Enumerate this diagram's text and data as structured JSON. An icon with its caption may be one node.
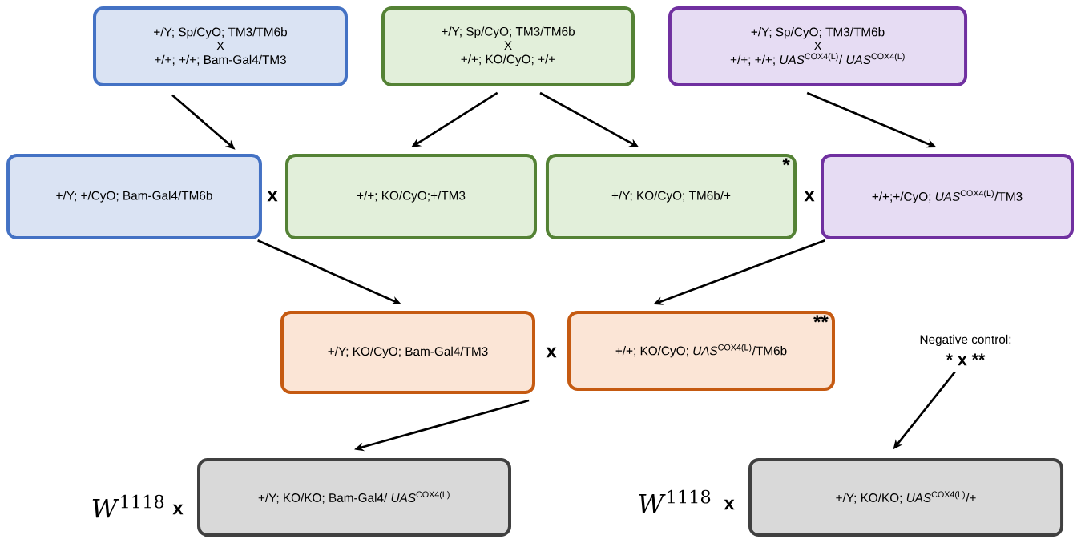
{
  "diagram": {
    "nodes": [
      {
        "text": [
          "+/Y; Sp/CyO; TM3/TM6b",
          "X",
          "+/+; +/+; Bam-Gal4/TM3"
        ]
      },
      {
        "text": [
          "+/Y; Sp/CyO; TM3/TM6b",
          "X",
          "+/+; KO/CyO; +/+"
        ]
      },
      {
        "text": [
          "+/Y; Sp/CyO; TM3/TM6b",
          "X",
          "+/+; +/+; *UAS*$^{COX4(L)}$/ *UAS*$^{COX4(L)}$"
        ]
      },
      {
        "text": [
          "+/Y; +/CyO; Bam-Gal4/TM6b"
        ]
      },
      {
        "text": [
          "+/+; KO/CyO;+/TM3"
        ]
      },
      {
        "text": [
          "+/Y; KO/CyO; TM6b/+",
          "*"
        ]
      },
      {
        "text": [
          "+/+;+/CyO; *UAS*$^{COX4(L)}$/TM3"
        ]
      },
      {
        "text": [
          "+/Y; KO/CyO; Bam-Gal4/TM3"
        ]
      },
      {
        "text": [
          "+/+; KO/CyO; *UAS*$^{COX4(L)}$/TM6b",
          "**"
        ]
      },
      {
        "text": [
          "Negative control:",
          "* x **"
        ]
      },
      {
        "text": [
          "+/Y; KO/KO; Bam-Gal4/ *UAS*$^{COX4(L)}$"
        ]
      },
      {
        "text": [
          "+/Y; KO/KO; *UAS*$^{COX4(L)}$/+"
        ]
      }
    ],
    "edges": [
      {
        "from": 0,
        "to": 3,
        "arrow": "to"
      },
      {
        "from": 1,
        "to": 4,
        "arrow": "to"
      },
      {
        "from": 1,
        "to": 5,
        "arrow": "to"
      },
      {
        "from": 2,
        "to": 6,
        "arrow": "to"
      },
      {
        "from": 3,
        "to": 7,
        "arrow": "to"
      },
      {
        "from": 6,
        "to": 8,
        "arrow": "to"
      },
      {
        "from": 7,
        "to": 10,
        "arrow": "to"
      },
      {
        "from": 9,
        "to": 11,
        "arrow": "to"
      }
    ],
    "labels": [
      "x",
      "x",
      "x",
      "*W*$^{1118}$",
      "x",
      "*W*$^{1118}$",
      "x"
    ]
  }
}
